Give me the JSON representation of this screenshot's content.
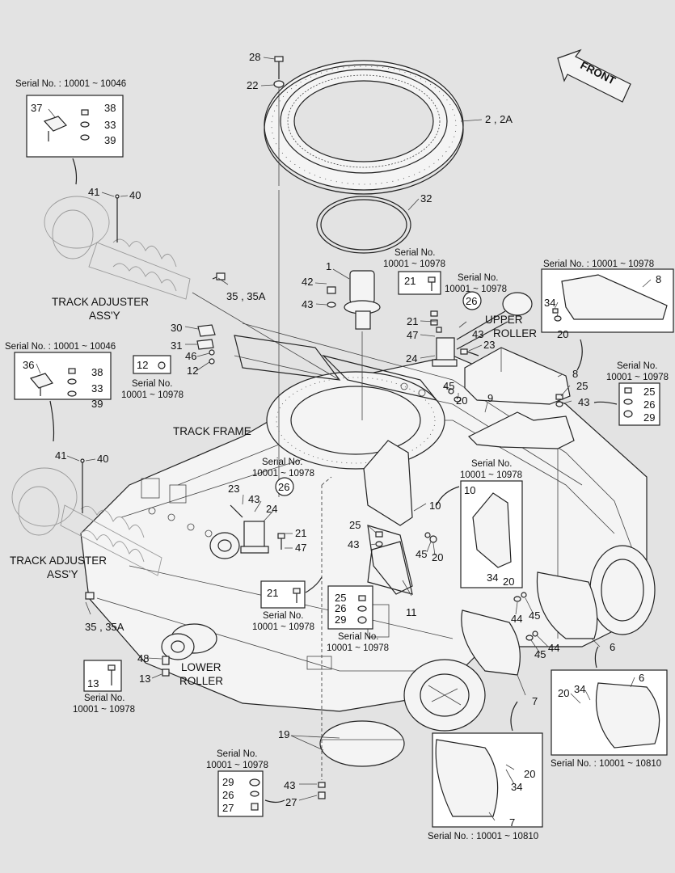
{
  "front_label": "FRONT",
  "labels": {
    "track_adjuster_line1": "TRACK ADJUSTER",
    "track_adjuster_line2": "ASS'Y",
    "track_frame": "TRACK FRAME",
    "upper_roller_line1": "UPPER",
    "upper_roller_line2": "ROLLER",
    "lower_roller_line1": "LOWER",
    "lower_roller_line2": "ROLLER"
  },
  "serial": {
    "r10001_10046": "Serial No. : 10001 ~ 10046",
    "r10001_10978": "Serial No. : 10001 ~ 10978",
    "r10001_10810": "Serial No. : 10001 ~ 10810",
    "serial_no": "Serial No.",
    "range_10978": "10001 ~ 10978"
  },
  "parts": {
    "p1": "1",
    "p2": "2 , 2A",
    "p6": "6",
    "p7": "7",
    "p8": "8",
    "p9": "9",
    "p10": "10",
    "p11": "11",
    "p12": "12",
    "p13": "13",
    "p19": "19",
    "p20": "20",
    "p21": "21",
    "p22": "22",
    "p23": "23",
    "p24": "24",
    "p25": "25",
    "p26": "26",
    "p27": "27",
    "p28": "28",
    "p29": "29",
    "p30": "30",
    "p31": "31",
    "p32": "32",
    "p33": "33",
    "p34": "34",
    "p35": "35 , 35A",
    "p36": "36",
    "p37": "37",
    "p38": "38",
    "p39": "39",
    "p40": "40",
    "p41": "41",
    "p42": "42",
    "p43": "43",
    "p44": "44",
    "p45": "45",
    "p46": "46",
    "p47": "47",
    "p48": "48"
  }
}
